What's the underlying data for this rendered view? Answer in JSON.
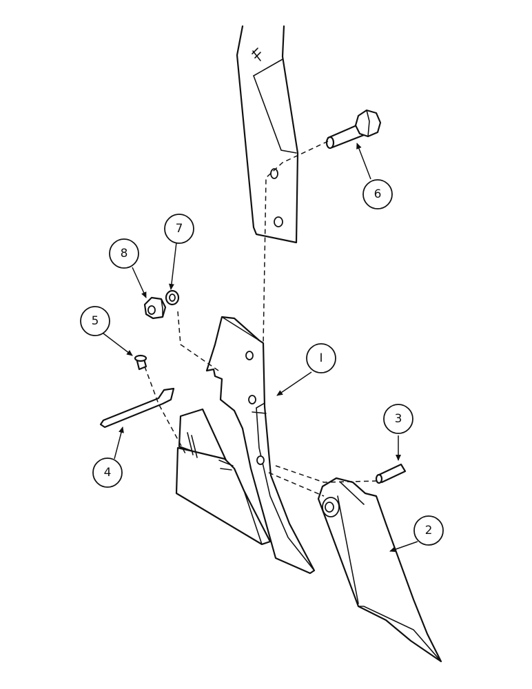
{
  "callouts": [
    {
      "id": "1",
      "label": "I"
    },
    {
      "id": "2",
      "label": "2"
    },
    {
      "id": "3",
      "label": "3"
    },
    {
      "id": "4",
      "label": "4"
    },
    {
      "id": "5",
      "label": "5"
    },
    {
      "id": "6",
      "label": "6"
    },
    {
      "id": "7",
      "label": "7"
    },
    {
      "id": "8",
      "label": "8"
    }
  ],
  "colors": {
    "line": "#111111",
    "background": "#ffffff"
  }
}
